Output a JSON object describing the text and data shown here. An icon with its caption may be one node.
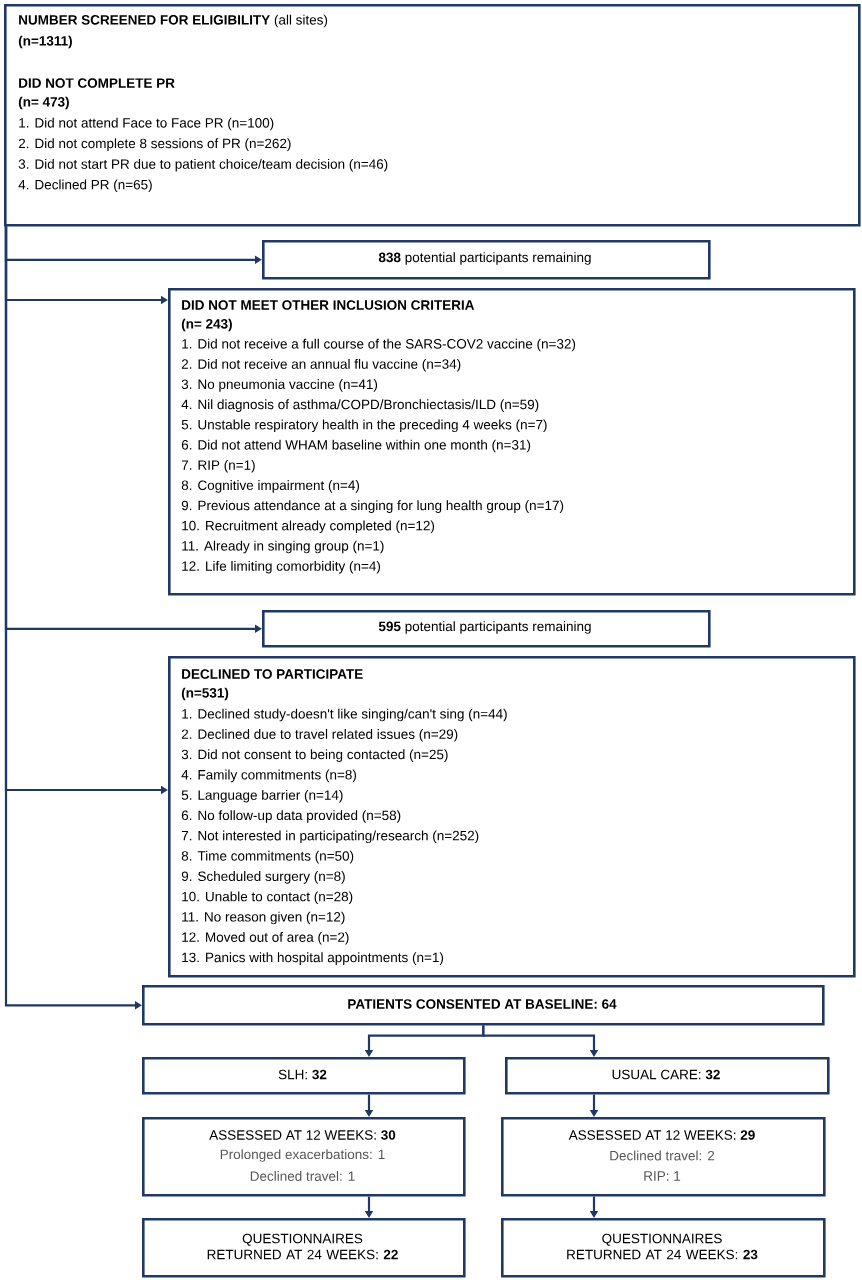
{
  "diagram": {
    "nodes": [
      {
        "text": [
          "**NUMBER SCREENED FOR ELIGIBILITY** (all sites)",
          "(n=1311)",
          "DID NOT COMPLETE PR",
          "(n= 473)",
          "1. Did not attend Face to Face PR (n=100)",
          "2. Did not complete 8 sessions of PR (n=262)",
          "3. Did not start PR due to patient choice/team decision (n=46)",
          "4. Declined PR (n=65)"
        ]
      },
      {
        "text": [
          "**838** potential participants remaining"
        ]
      },
      {
        "text": [
          "DID NOT MEET OTHER INCLUSION CRITERIA",
          "(n= 243)",
          "1. Did not receive a full course of the SARS-COV2 vaccine (n=32)",
          "2. Did not receive an annual flu vaccine (n=34)",
          "3. No pneumonia vaccine (n=41)",
          "4. Nil diagnosis of asthma/COPD/Bronchiectasis/ILD (n=59)",
          "5. Unstable respiratory health in the preceding 4 weeks (n=7)",
          "6. Did not attend WHAM baseline within one month (n=31)",
          "7. RIP (n=1)",
          "8. Cognitive impairment (n=4)",
          "9. Previous attendance at a singing for lung health group (n=17)",
          "10. Recruitment already completed (n=12)",
          "11. Already in singing group (n=1)",
          "12. Life limiting comorbidity (n=4)"
        ]
      },
      {
        "text": [
          "**595** potential participants remaining"
        ]
      },
      {
        "text": [
          "DECLINED TO PARTICIPATE",
          "(n=531)",
          "1. Declined study-doesn't like singing/can't sing (n=44)",
          "2. Declined due to travel related issues (n=29)",
          "3. Did not consent to being contacted (n=25)",
          "4. Family commitments (n=8)",
          "5. Language barrier (n=14)",
          "6. No follow-up data provided (n=58)",
          "7. Not interested in participating/research (n=252)",
          "8. Time commitments (n=50)",
          "9. Scheduled surgery (n=8)",
          "10. Unable to contact (n=28)",
          "11. No reason given (n=12)",
          "12. Moved out of area (n=2)",
          "13. Panics with hospital appointments (n=1)"
        ]
      },
      {
        "text": [
          "PATIENTS CONSENTED AT BASELINE: 64"
        ]
      },
      {
        "text": [
          "SLH: **32**"
        ]
      },
      {
        "text": [
          "USUAL CARE: **32**"
        ]
      },
      {
        "text": [
          "ASSESSED AT 12 WEEKS: **30**",
          "Prolonged exacerbations: 1",
          "Declined travel: 1"
        ]
      },
      {
        "text": [
          "ASSESSED AT 12 WEEKS: **29**",
          "Declined travel: 2",
          "RIP: 1"
        ]
      },
      {
        "text": [
          "QUESTIONNAIRES RETURNED AT 24 WEEKS: **22**"
        ]
      },
      {
        "text": [
          "QUESTIONNAIRES RETURNED AT 24 WEEKS: **23**"
        ]
      }
    ],
    "edges": [
      {
        "from": 0,
        "to": 1,
        "arrow": "to"
      },
      {
        "from": 0,
        "to": 2,
        "arrow": "to"
      },
      {
        "from": 0,
        "to": 3,
        "arrow": "to"
      },
      {
        "from": 0,
        "to": 4,
        "arrow": "to"
      },
      {
        "from": 0,
        "to": 5,
        "arrow": "to"
      },
      {
        "from": 5,
        "to": 6,
        "arrow": "to"
      },
      {
        "from": 5,
        "to": 7,
        "arrow": "to"
      },
      {
        "from": 6,
        "to": 8,
        "arrow": "to"
      },
      {
        "from": 7,
        "to": 9,
        "arrow": "to"
      },
      {
        "from": 8,
        "to": 10,
        "arrow": "to"
      },
      {
        "from": 9,
        "to": 11,
        "arrow": "to"
      }
    ]
  }
}
